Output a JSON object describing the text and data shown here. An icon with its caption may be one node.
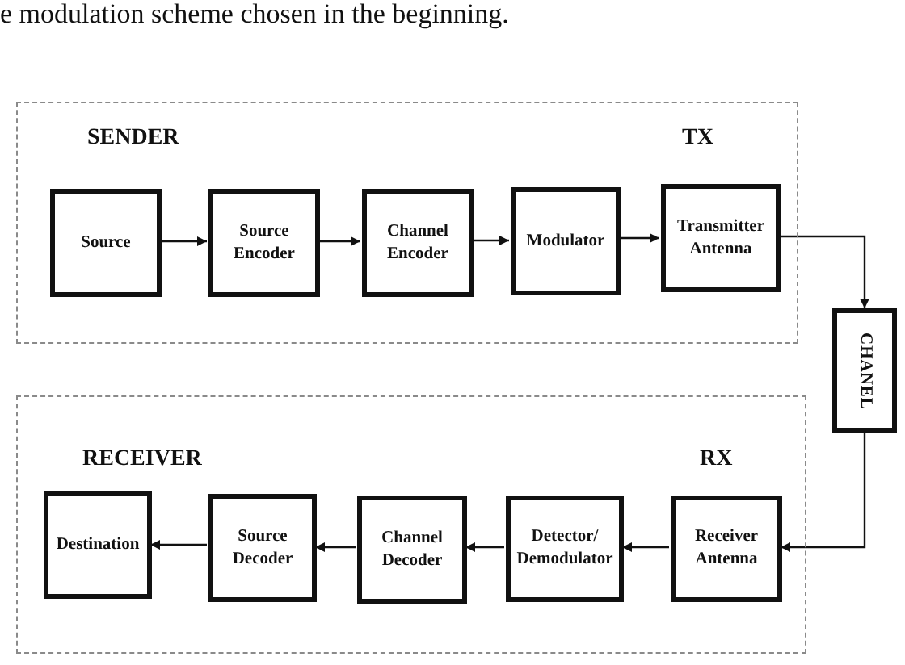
{
  "diagram": {
    "nodes": [
      {
        "text": [
          "SENDER",
          "TX"
        ]
      },
      {
        "text": [
          "Source"
        ],
        "in": 0
      },
      {
        "text": [
          "Source Encoder"
        ],
        "in": 0
      },
      {
        "text": [
          "Channel Encoder"
        ],
        "in": 0
      },
      {
        "text": [
          "Modulator"
        ],
        "in": 0
      },
      {
        "text": [
          "Transmitter Antenna"
        ],
        "in": 0
      },
      {
        "text": [
          "CHANEL"
        ]
      },
      {
        "text": [
          "RECEIVER",
          "RX"
        ]
      },
      {
        "text": [
          "Destination"
        ],
        "in": 7
      },
      {
        "text": [
          "Source Decoder"
        ],
        "in": 7
      },
      {
        "text": [
          "Channel Decoder"
        ],
        "in": 7
      },
      {
        "text": [
          "Detector/ Demodulator"
        ],
        "in": 7
      },
      {
        "text": [
          "Receiver Antenna"
        ],
        "in": 7
      }
    ],
    "edges": [
      {
        "from": 1,
        "to": 2,
        "arrow": "to"
      },
      {
        "from": 2,
        "to": 3,
        "arrow": "to"
      },
      {
        "from": 3,
        "to": 4,
        "arrow": "to"
      },
      {
        "from": 4,
        "to": 5,
        "arrow": "to"
      },
      {
        "from": 5,
        "to": 6,
        "arrow": "to"
      },
      {
        "from": 6,
        "to": 12,
        "arrow": "to"
      },
      {
        "from": 12,
        "to": 11,
        "arrow": "to"
      },
      {
        "from": 11,
        "to": 10,
        "arrow": "to"
      },
      {
        "from": 10,
        "to": 9,
        "arrow": "to"
      },
      {
        "from": 9,
        "to": 8,
        "arrow": "to"
      }
    ],
    "labels": [
      "e modulation scheme chosen in the beginning."
    ]
  }
}
